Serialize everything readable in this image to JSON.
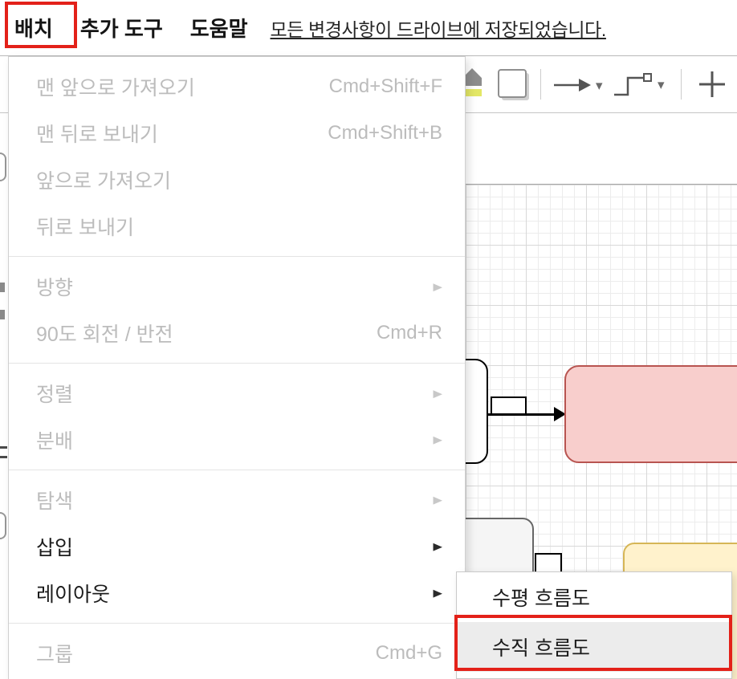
{
  "annotation": {
    "color": "#e32119"
  },
  "menubar": {
    "items": [
      {
        "label": "배치"
      },
      {
        "label": "추가 도구"
      },
      {
        "label": "도움말"
      }
    ],
    "status_text": "모든 변경사항이 드라이브에 저장되었습니다."
  },
  "toolbar": {
    "chevron_glyph": "▾",
    "icons": [
      {
        "name": "fill-color"
      },
      {
        "name": "shadow"
      },
      {
        "name": "connection-arrow"
      },
      {
        "name": "waypoint-connector"
      },
      {
        "name": "insert-plus"
      }
    ]
  },
  "menu": {
    "arrow_glyph": "▶",
    "items": [
      {
        "label": "맨 앞으로 가져오기",
        "shortcut": "Cmd+Shift+F",
        "state": "disabled"
      },
      {
        "label": "맨 뒤로 보내기",
        "shortcut": "Cmd+Shift+B",
        "state": "disabled"
      },
      {
        "label": "앞으로 가져오기",
        "state": "disabled"
      },
      {
        "label": "뒤로 보내기",
        "state": "disabled"
      },
      {
        "label": "방향",
        "submenu": true,
        "state": "disabled"
      },
      {
        "label": "90도 회전 / 반전",
        "shortcut": "Cmd+R",
        "state": "disabled"
      },
      {
        "label": "정렬",
        "submenu": true,
        "state": "disabled"
      },
      {
        "label": "분배",
        "submenu": true,
        "state": "disabled"
      },
      {
        "label": "탐색",
        "submenu": true,
        "state": "disabled"
      },
      {
        "label": "삽입",
        "submenu": true,
        "state": "enabled"
      },
      {
        "label": "레이아웃",
        "submenu": true,
        "state": "enabled"
      },
      {
        "label": "그룹",
        "shortcut": "Cmd+G",
        "state": "disabled"
      }
    ]
  },
  "submenu": {
    "items": [
      {
        "label": "수평 흐름도",
        "state": "normal"
      },
      {
        "label": "수직 흐름도",
        "state": "highlighted"
      }
    ]
  },
  "canvas": {
    "shapes": {
      "white": {
        "fill": "#ffffff",
        "stroke": "#000000"
      },
      "red": {
        "fill": "#f8cecc",
        "stroke": "#b85450"
      },
      "gray": {
        "fill": "#f5f5f5",
        "stroke": "#666666"
      },
      "yellow": {
        "fill": "#fff2cc",
        "stroke": "#d6b656"
      },
      "edge": {
        "stroke": "#000000"
      },
      "edge_label": {
        "fill": "#ffffff",
        "stroke": "#000000"
      }
    }
  }
}
